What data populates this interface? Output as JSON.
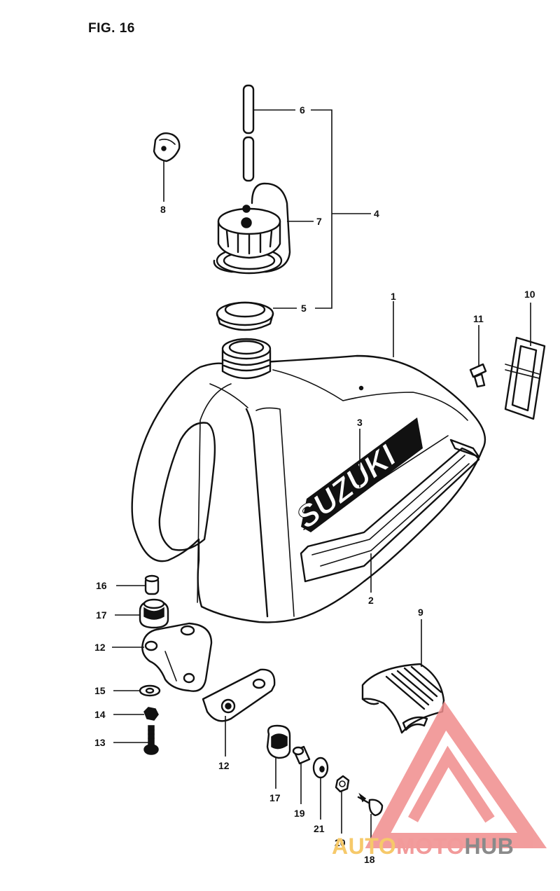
{
  "figure": {
    "title": "FIG. 16"
  },
  "brand_text": "SUZUKI",
  "callouts": {
    "c1": "1",
    "c2": "2",
    "c3": "3",
    "c4": "4",
    "c5": "5",
    "c6": "6",
    "c7": "7",
    "c8": "8",
    "c9": "9",
    "c10": "10",
    "c11": "11",
    "c12a": "12",
    "c12b": "12",
    "c13": "13",
    "c14": "14",
    "c15": "15",
    "c16": "16",
    "c17a": "17",
    "c17b": "17",
    "c18": "18",
    "c19": "19",
    "c20": "20",
    "c21": "21"
  },
  "watermark": {
    "part1": "AUTO",
    "part2": "MOTO",
    "part3": "HUB",
    "colors": {
      "auto": "#f6c96a",
      "moto": "#f29a9a",
      "hub": "#8a8a8a",
      "logo": "#f08d8d"
    }
  }
}
